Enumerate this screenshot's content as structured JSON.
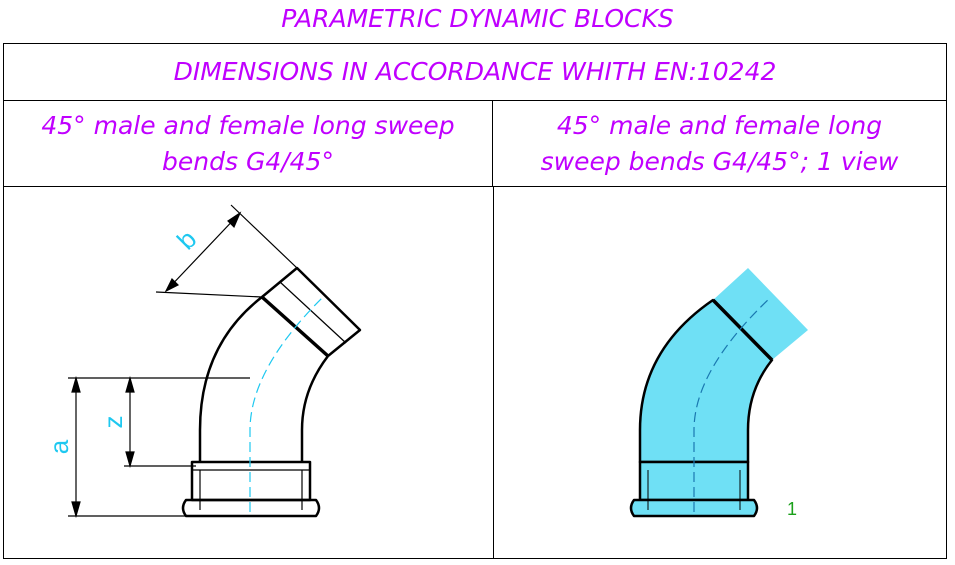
{
  "title": "PARAMETRIC DYNAMIC BLOCKS",
  "header": "DIMENSIONS IN ACCORDANCE WHITH EN:10242",
  "columns": [
    {
      "line1": "45° male and female long sweep",
      "line2": "bends G4/45°"
    },
    {
      "line1": "45° male and female long",
      "line2": "sweep bends G4/45°; 1 view"
    }
  ],
  "dimensions": {
    "a": "a",
    "z": "z",
    "b": "b"
  },
  "view_number": "1",
  "colors": {
    "title": "#c000ff",
    "dimension": "#1ec8f0",
    "fill": "#6fe0f5",
    "view_number": "#1aa01a"
  }
}
